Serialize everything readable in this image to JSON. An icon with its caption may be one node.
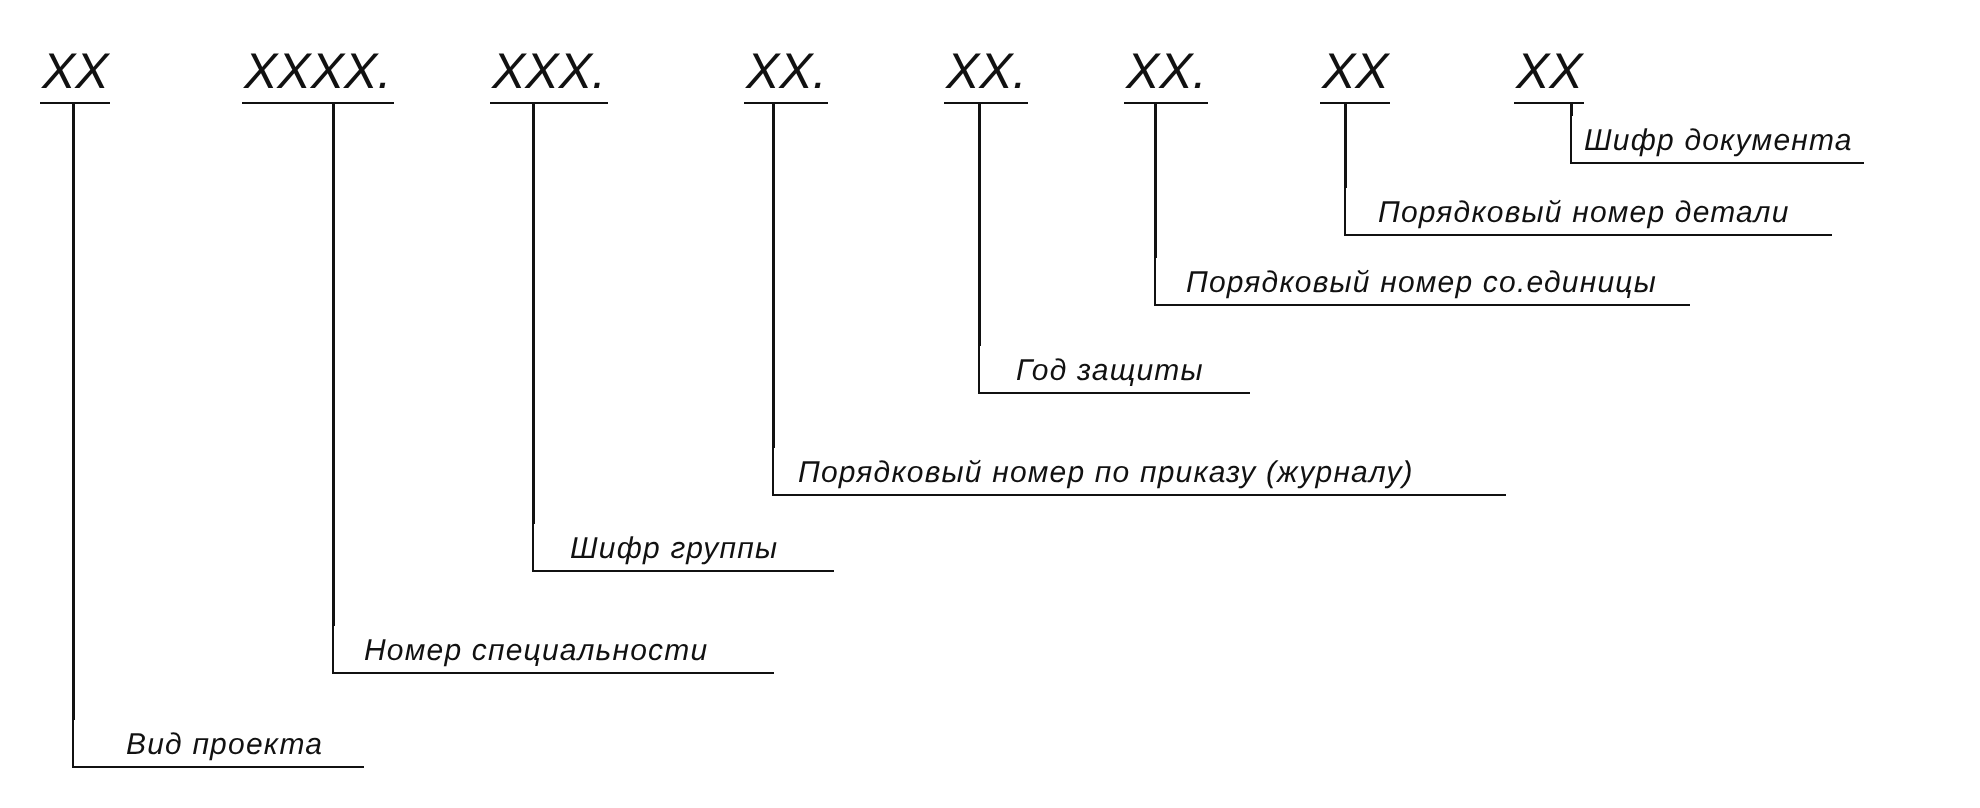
{
  "diagram": {
    "nodes": [
      {
        "text": [
          "XX"
        ]
      },
      {
        "text": [
          "XXXX."
        ]
      },
      {
        "text": [
          "XXX."
        ]
      },
      {
        "text": [
          "XX."
        ]
      },
      {
        "text": [
          "XX."
        ]
      },
      {
        "text": [
          "XX."
        ]
      },
      {
        "text": [
          "XX"
        ]
      },
      {
        "text": [
          "XX"
        ]
      },
      {
        "text": [
          "Шифр документа"
        ]
      },
      {
        "text": [
          "Порядковый номер детали"
        ]
      },
      {
        "text": [
          "Порядковый номер со.единицы"
        ]
      },
      {
        "text": [
          "Год защиты"
        ]
      },
      {
        "text": [
          "Порядковый номер по приказу (журналу)"
        ]
      },
      {
        "text": [
          "Шифр группы"
        ]
      },
      {
        "text": [
          "Номер специальности"
        ]
      },
      {
        "text": [
          "Вид проекта"
        ]
      }
    ],
    "edges": [
      {
        "from": 0,
        "to": 15,
        "arrow": "none"
      },
      {
        "from": 1,
        "to": 14,
        "arrow": "none"
      },
      {
        "from": 2,
        "to": 13,
        "arrow": "none"
      },
      {
        "from": 3,
        "to": 12,
        "arrow": "none"
      },
      {
        "from": 4,
        "to": 11,
        "arrow": "none"
      },
      {
        "from": 5,
        "to": 10,
        "arrow": "none"
      },
      {
        "from": 6,
        "to": 9,
        "arrow": "none"
      },
      {
        "from": 7,
        "to": 8,
        "arrow": "none"
      }
    ]
  }
}
